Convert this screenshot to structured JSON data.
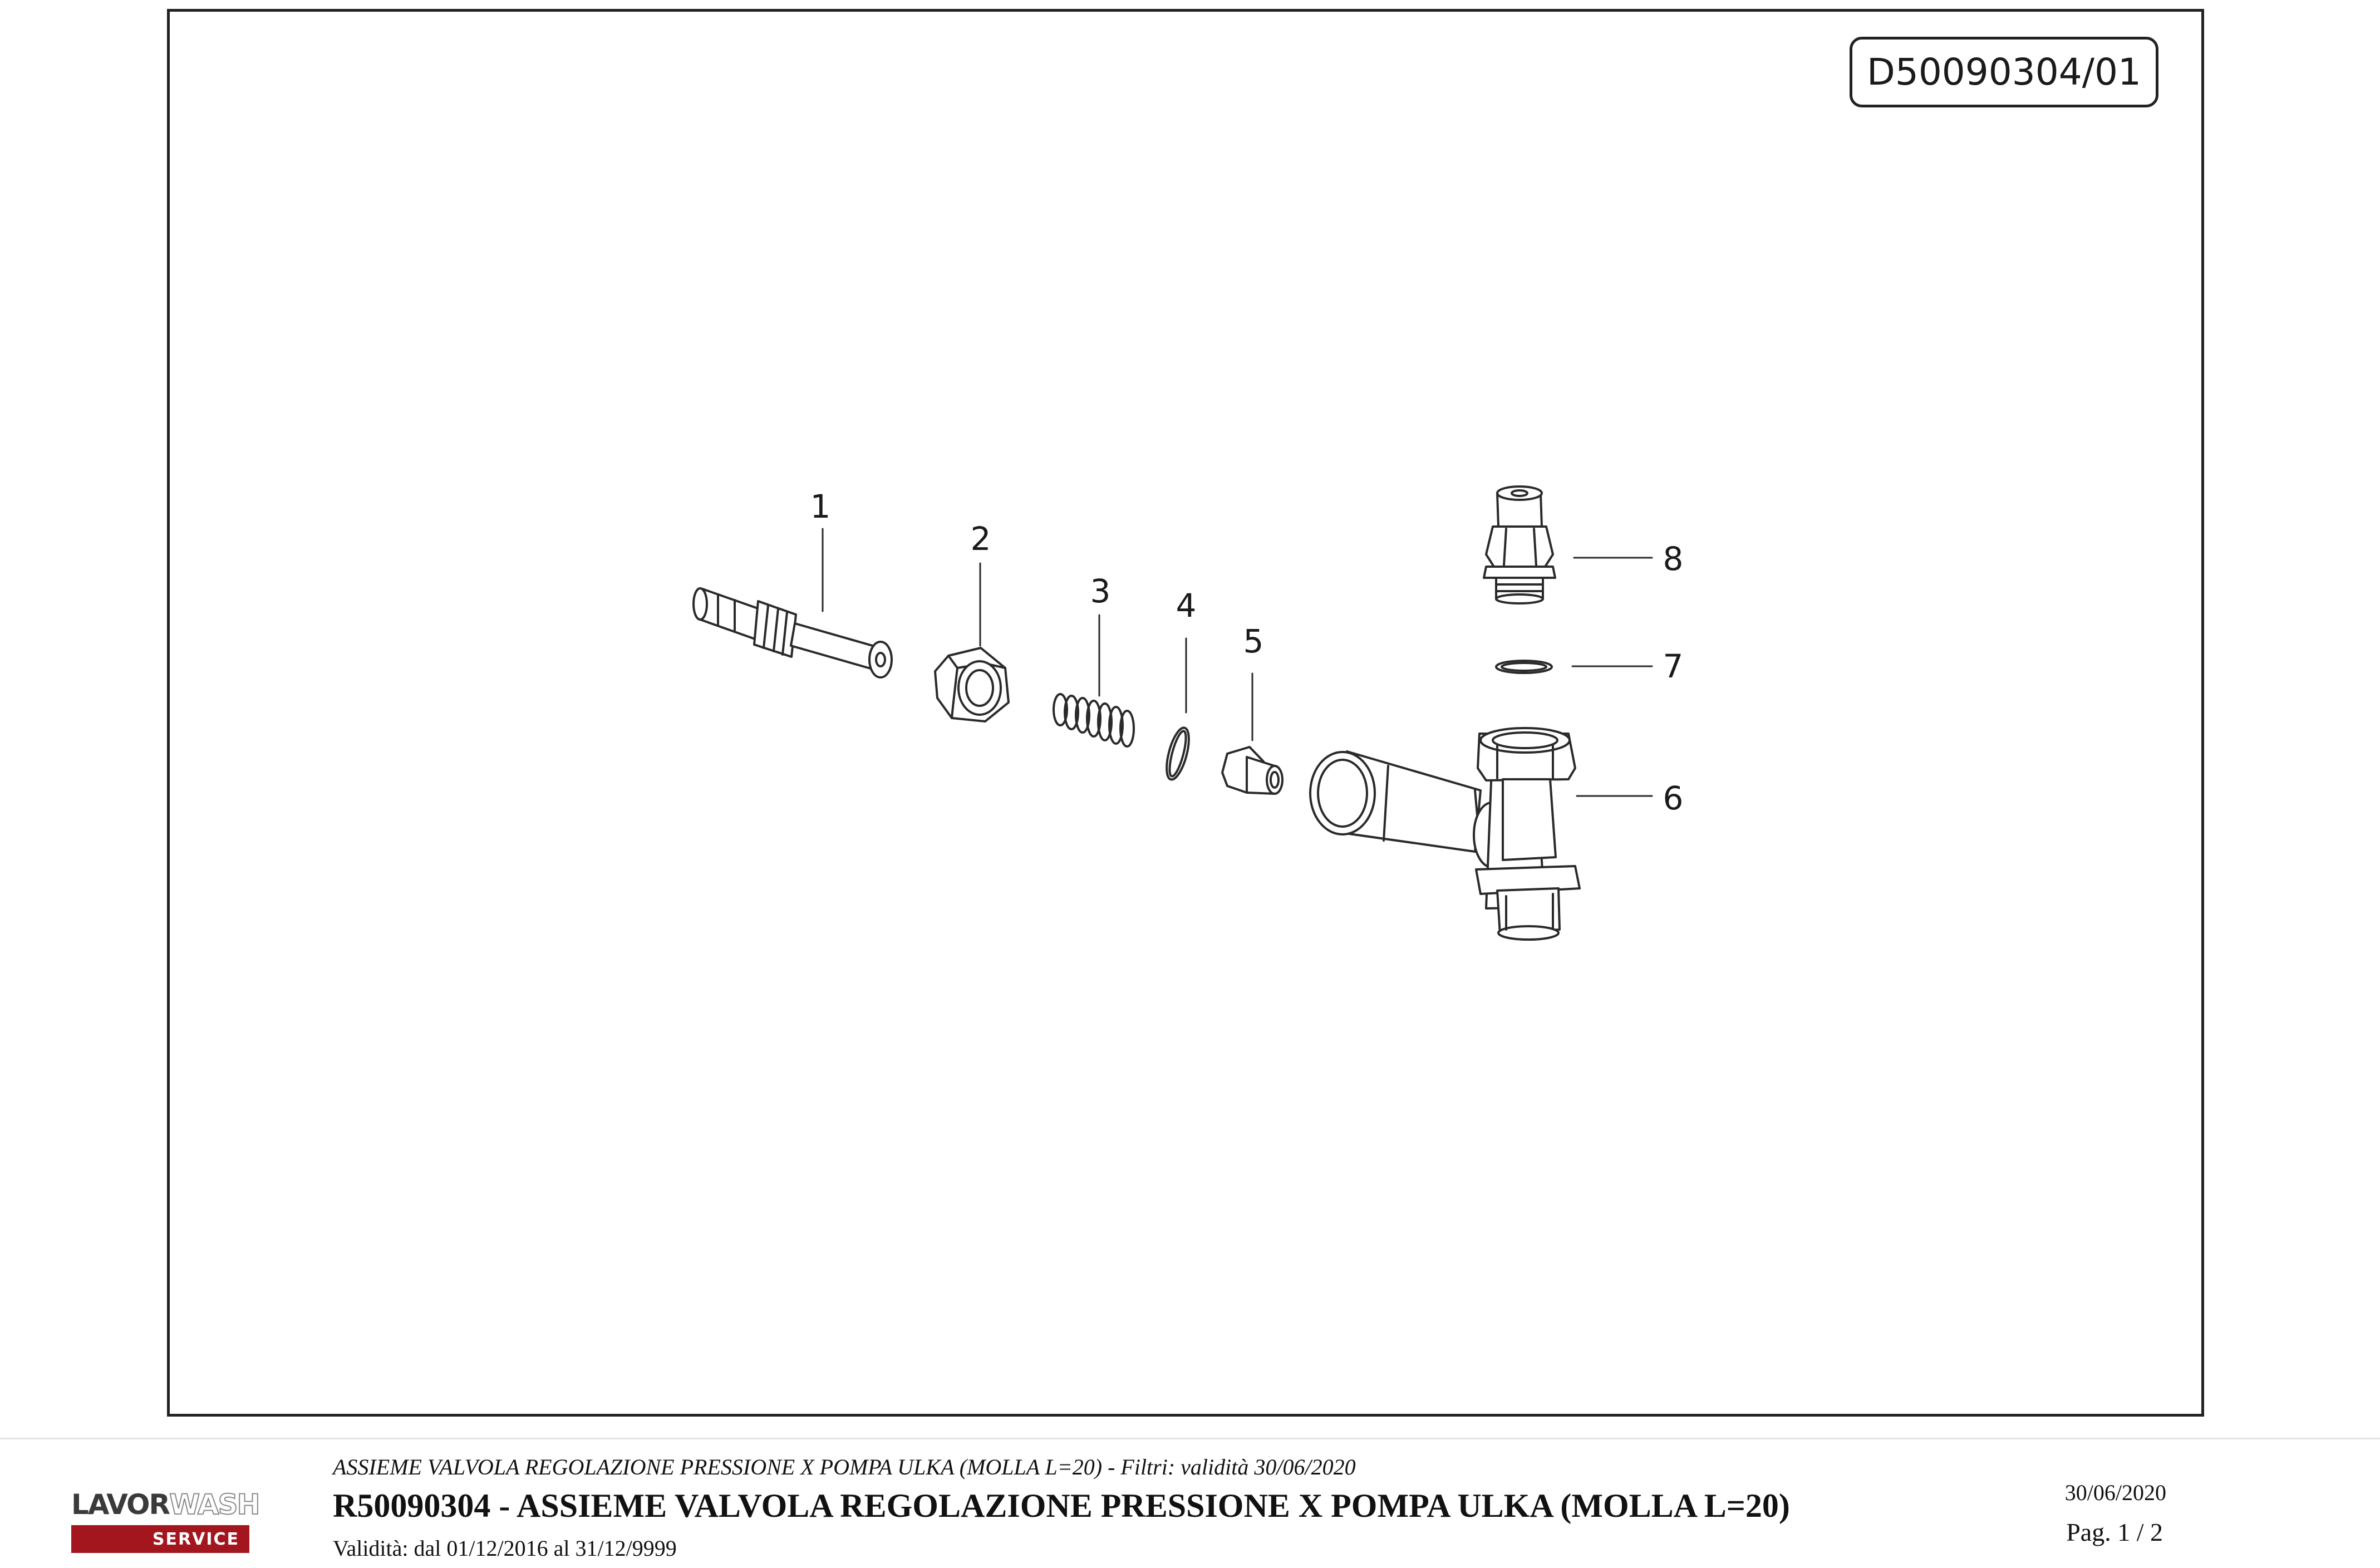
{
  "drawing": {
    "code": "D50090304/01",
    "parts": [
      {
        "number": "1",
        "name": "valve-stem"
      },
      {
        "number": "2",
        "name": "hex-nut"
      },
      {
        "number": "3",
        "name": "spring"
      },
      {
        "number": "4",
        "name": "o-ring"
      },
      {
        "number": "5",
        "name": "valve-seat"
      },
      {
        "number": "6",
        "name": "valve-body"
      },
      {
        "number": "7",
        "name": "gasket-ring"
      },
      {
        "number": "8",
        "name": "threaded-fitting"
      }
    ]
  },
  "footer": {
    "logo": {
      "brand_primary": "LAVOR",
      "brand_secondary": "WASH",
      "service": "SERVICE",
      "bar_color": "#a3161e"
    },
    "subtitle": "ASSIEME VALVOLA REGOLAZIONE PRESSIONE X POMPA ULKA (MOLLA L=20) - Filtri: validità 30/06/2020",
    "title": "R50090304 - ASSIEME VALVOLA REGOLAZIONE PRESSIONE X POMPA ULKA (MOLLA L=20)",
    "validity": "Validità: dal 01/12/2016 al 31/12/9999",
    "date": "30/06/2020",
    "page": "Pag. 1 / 2"
  }
}
